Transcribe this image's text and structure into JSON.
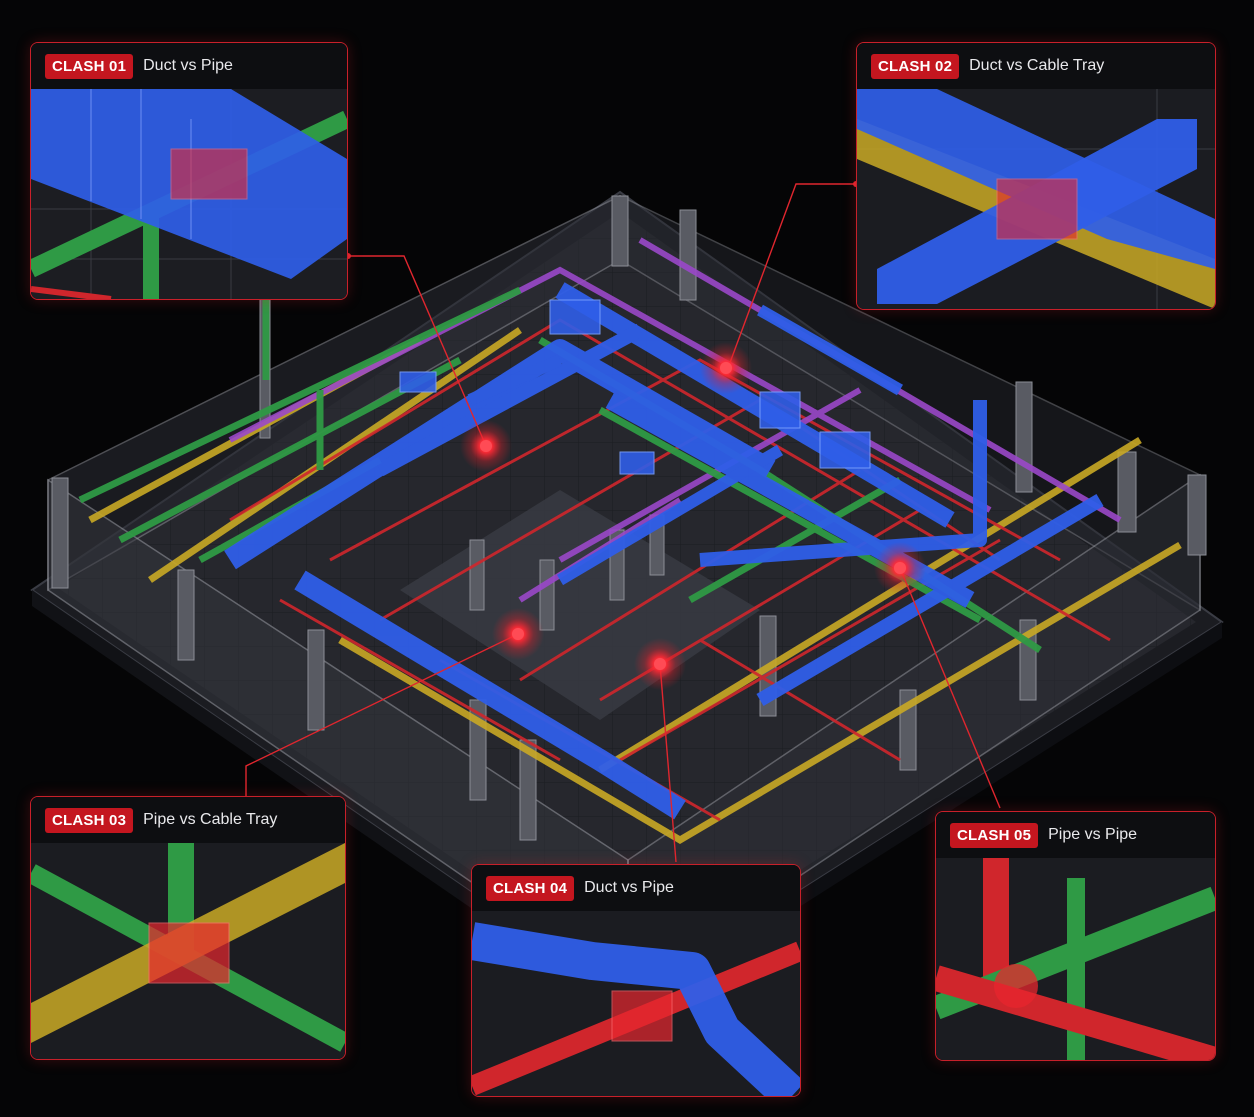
{
  "clashes": [
    {
      "tag": "CLASH 01",
      "title": "Duct vs Pipe"
    },
    {
      "tag": "CLASH 02",
      "title": "Duct vs Cable Tray"
    },
    {
      "tag": "CLASH 03",
      "title": "Pipe vs Cable Tray"
    },
    {
      "tag": "CLASH 04",
      "title": "Duct vs Pipe"
    },
    {
      "tag": "CLASH 05",
      "title": "Pipe vs Pipe"
    }
  ],
  "colors": {
    "duct": "#2f5ee8",
    "pipe_green": "#2f9a45",
    "pipe_red": "#d0262c",
    "pipe_purple": "#9a48c9",
    "cable_tray": "#c9a925",
    "structure": "#6d6f76",
    "clash": "#e8262e",
    "background": "#050506"
  },
  "icons": {
    "clash_marker": "red-glow-marker-icon"
  }
}
